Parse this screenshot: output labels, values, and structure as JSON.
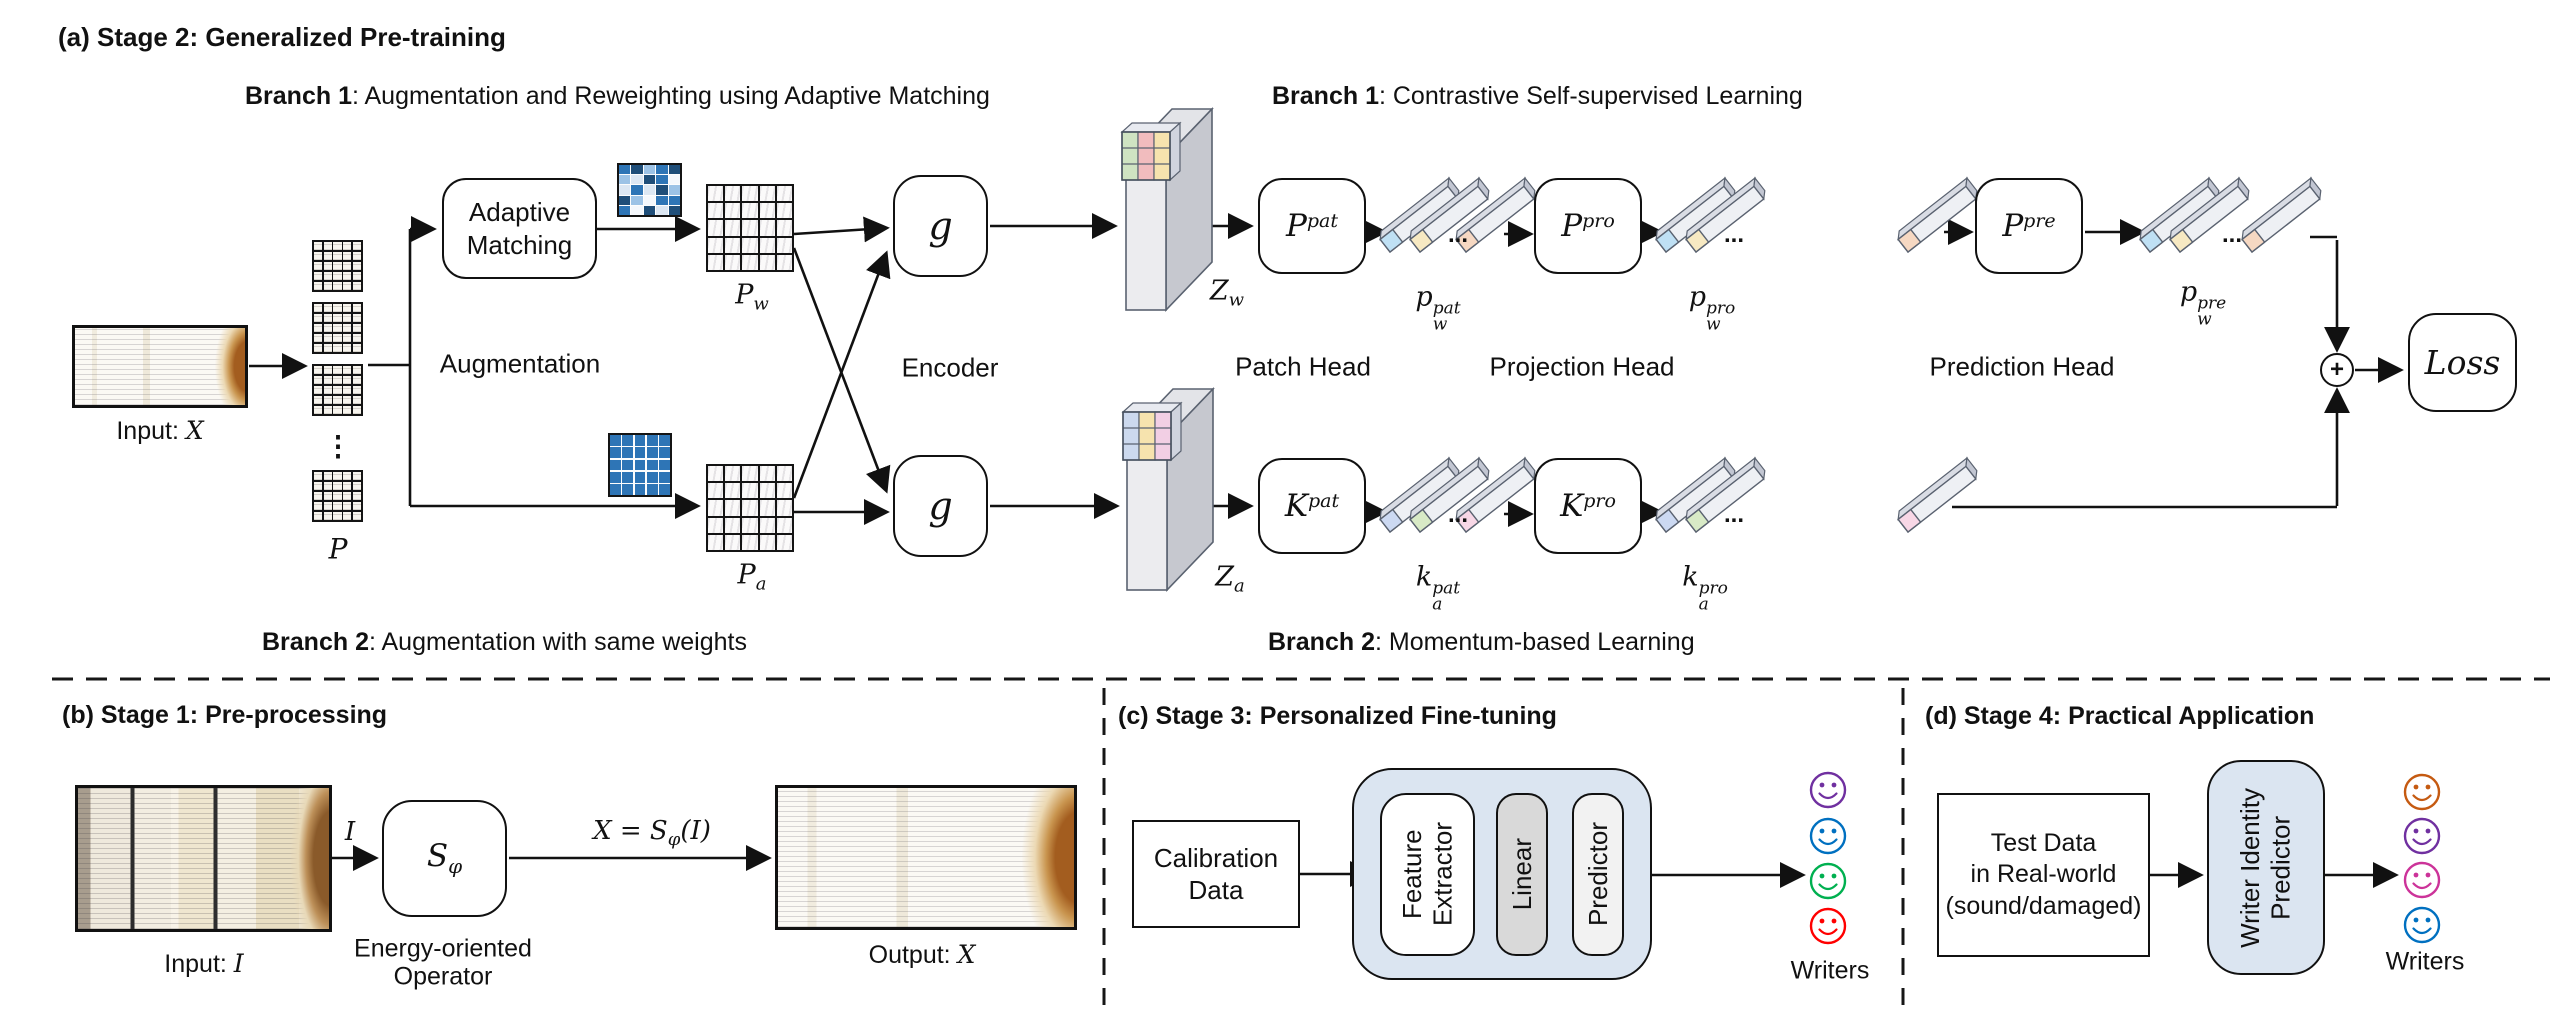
{
  "colors": {
    "accent_blue_fill": "#dbe5f1",
    "linear_gray": "#d9d9d9",
    "predictor_gray": "#f2f2f2",
    "heatmap_palette": [
      "#1f4e79",
      "#2e75b6",
      "#9dc3e6",
      "#dce7f3",
      "#f5f8fc"
    ],
    "solid_grid_blue": "#2e75b6",
    "zw_cube": [
      "#cfe3c2",
      "#f1bcbe",
      "#f6e3ae"
    ],
    "za_cube": [
      "#ccd9ee",
      "#f6e3ae",
      "#f2cfe4"
    ],
    "p_bar_tips": [
      "#bfe0f4",
      "#f7e9c2",
      "#f6d8c2"
    ],
    "k_bar_tips": [
      "#ccd9f2",
      "#d8eac6",
      "#f8d7e6"
    ],
    "writers_stage3": [
      "#7030a0",
      "#0070c0",
      "#00b050",
      "#ff0000"
    ],
    "writers_stage4": [
      "#c55a11",
      "#7030a0",
      "#cc3399",
      "#0070c0"
    ]
  },
  "stage_a": {
    "title": "(a) Stage 2: Generalized Pre-training",
    "branch1_top": {
      "bold": "Branch 1",
      "rest": ": Augmentation and Reweighting using Adaptive Matching"
    },
    "branch1_right": {
      "bold": "Branch 1",
      "rest": ": Contrastive Self-supervised Learning"
    },
    "branch2_bottom": {
      "bold": "Branch 2",
      "rest": ": Augmentation with same weights"
    },
    "branch2_right": {
      "bold": "Branch 2",
      "rest": ": Momentum-based Learning"
    },
    "input_caption": "Input: ",
    "input_var": "X",
    "patches_var": "P",
    "vdots": "⋮",
    "ellipsis": "...",
    "augmentation_label": "Augmentation",
    "adaptive_matching_line1": "Adaptive",
    "adaptive_matching_line2": "Matching",
    "encoder_label": "Encoder",
    "encoder_symbol": "g",
    "pw": {
      "base": "P",
      "sub": "w"
    },
    "pa": {
      "base": "P",
      "sub": "a"
    },
    "zw": {
      "base": "Z",
      "sub": "w"
    },
    "za": {
      "base": "Z",
      "sub": "a"
    },
    "patch_head_label": "Patch Head",
    "projection_head_label": "Projection Head",
    "prediction_head_label": "Prediction Head",
    "p_pat": {
      "base": "P",
      "sup": "pat"
    },
    "p_pro": {
      "base": "P",
      "sup": "pro"
    },
    "p_pre": {
      "base": "P",
      "sup": "pre"
    },
    "k_pat": {
      "base": "K",
      "sup": "pat"
    },
    "k_pro": {
      "base": "K",
      "sup": "pro"
    },
    "pw_pat": {
      "base": "p",
      "sub": "w",
      "sup": "pat"
    },
    "pw_pro": {
      "base": "p",
      "sub": "w",
      "sup": "pro"
    },
    "pw_pre": {
      "base": "p",
      "sub": "w",
      "sup": "pre"
    },
    "ka_pat": {
      "base": "k",
      "sub": "a",
      "sup": "pat"
    },
    "ka_pro": {
      "base": "k",
      "sub": "a",
      "sup": "pro"
    },
    "plus": "+",
    "loss": "Loss"
  },
  "stage_b": {
    "title": "(b) Stage 1: Pre-processing",
    "input_caption": "Input: ",
    "input_var": "I",
    "arrow_in_var": "I",
    "operator": {
      "base": "S",
      "sub": "φ"
    },
    "operator_caption_line1": "Energy-oriented",
    "operator_caption_line2": "Operator",
    "arrow_out_pre": "X = S",
    "arrow_out_sub": "φ",
    "arrow_out_post": "(I)",
    "output_caption": "Output: ",
    "output_var": "X"
  },
  "stage_c": {
    "title": "(c) Stage 3: Personalized Fine-tuning",
    "calibration_line1": "Calibration",
    "calibration_line2": "Data",
    "fe_line1": "Feature",
    "fe_line2": "Extractor",
    "linear": "Linear",
    "predictor": "Predictor",
    "writers_label": "Writers"
  },
  "stage_d": {
    "title": "(d) Stage 4: Practical Application",
    "test_line1": "Test Data",
    "test_line2": "in Real-world",
    "test_line3": "(sound/damaged)",
    "wip_line1": "Writer Identity",
    "wip_line2": "Predictor",
    "writers_label": "Writers"
  }
}
